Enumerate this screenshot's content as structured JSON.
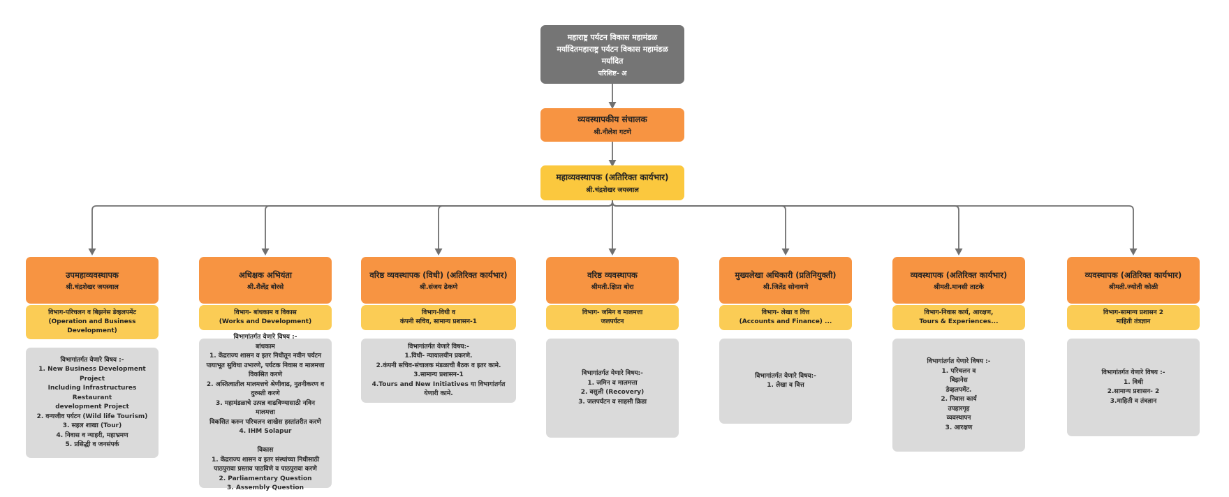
{
  "root": {
    "title": "महाराष्ट्र पर्यटन विकास महामंडळ मर्यादितमहाराष्ट्र पर्यटन विकास महामंडळ मर्यादित",
    "subtitle": "परिशिष्ट- अ"
  },
  "md": {
    "title": "व्यवस्थापकीय संचालक",
    "name": "श्री.नीलेश गटणे"
  },
  "gm": {
    "title": "महाव्यवस्थापक (अतिरिक्त कार्यभार)",
    "name": "श्री.चंद्रशेखर जयस्वाल"
  },
  "branches": [
    {
      "title": "उपमहाव्यवस्थापक",
      "name": "श्री.चंद्रशेखर जयस्वाल",
      "department": "विभाग-परिचलन व बिझनेस डेव्हलपमेंट\n(Operation and Business Development)",
      "duties": "विभागांतर्गत येणारे विषय :-\n1. New Business Development Project\nIncluding Infrastructures Restaurant\ndevelopment Project\n2. वन्यजीव पर्यटन (Wild life Tourism)\n3. सहल शाखा (Tour)\n4. निवास व न्याहरी, महाभ्रमण\n5. प्रसिद्धी व जनसंपर्क"
    },
    {
      "title": "अधिक्षक अभियंता",
      "name": "श्री.शैलेंद्र बोरसे",
      "department": "विभाग- बांधकाम व विकास\n(Works and Development)",
      "duties": "विभागांतर्गत येणारे विषय :-\nबांधकाम\n1. केंद्रराज्य शासन व इतर निधीतून नवीन पर्यटन\nपायाभूत सुविधा उभारणे, पर्यटक निवास व मालमत्ता\nविकसित करणे\n2. अस्तित्वातील मालमत्तचे श्रेणीवाढ, नुतनीकरण व\nदुरुस्ती करणे\n3. महामंडळाचे उत्पन्न वाढविण्यासाठी नविन मालमत्ता\nविकसित करुन परिचलन शाखेस हस्तांतरीत करणे\n4. IHM Solapur\n\nविकास\n1. केंद्रराज्य शासन व इतर संस्थांच्या निधीसाठी\nपाठपुरावा प्रस्ताव पाठविणे व पाठपुरावा करणे\n2. Parliamentary Question\n3. Assembly Question"
    },
    {
      "title": "वरिष्ठ व्यवस्थापक (विधी) (अतिरिक्त कार्यभार)",
      "name": "श्री.संजय ढेकणे",
      "department": "विभाग-विधी व\nकंपनी सचिव, सामान्य प्रशासन-1",
      "duties": "विभागांतर्गत येणारे विषय:-\n1.विधी- न्यायालयीन प्रकरणे.\n2.कंपनी सचिव-संचालक मंडळाची बैठक व इतर कामे.\n3.सामान्य प्रशासन-1\n4.Tours and New Initiatives या विभागांतर्गत येणारी कामे."
    },
    {
      "title": "वरिष्ठ व्यवस्थापक",
      "name": "श्रीमती.क्षिप्रा बोरा",
      "department": "विभाग- जमिन व मालमत्ता\nजलपर्यटन",
      "duties": "विभागांतर्गत येणारे विषय:-\n1. जमिन व मालमत्ता\n2. वसुली (Recovery)\n3. जलपर्यटन व साहसी क्रिडा"
    },
    {
      "title": "मुख्यलेखा अधिकारी (प्रतिनियुक्ती)",
      "name": "श्री.जितेंद्र सोनावणे",
      "department": "विभाग- लेखा व वित्त\n(Accounts and Finance) ...",
      "duties": "विभागांतर्गत येणारे विषय:-\n1. लेखा व वित्त"
    },
    {
      "title": "व्यवस्थापक (अतिरिक्त कार्यभार)",
      "name": "श्रीमती.मानसी ताटके",
      "department": "विभाग-निवास कार्य, आरक्षण,\nTours & Experiences...",
      "duties": "विभागांतर्गत येणारे विषय :-\n1. परिचलन व\nबिझनेस\nडेव्हलपमेंट.\n2. निवास कार्य\nउपहारगृह\nव्यवस्थापन\n3. आरक्षण"
    },
    {
      "title": "व्यवस्थापक (अतिरिक्त कार्यभार)",
      "name": "श्रीमती.ज्योती कोळी",
      "department": "विभाग-सामान्य प्रशासन 2\nमाहिती तंत्रज्ञान",
      "duties": "विभागांतर्गत येणारे विषय :-\n1. विधी\n2.सामान्य प्रशासन- 2\n3.माहिती व तंत्रज्ञान"
    }
  ],
  "colors": {
    "orange_node": "#F79442",
    "yellow_node": "#FBCC55",
    "header_gray": "#757575",
    "panel_gray": "#DADADA",
    "connector": "#6F6F6F"
  }
}
